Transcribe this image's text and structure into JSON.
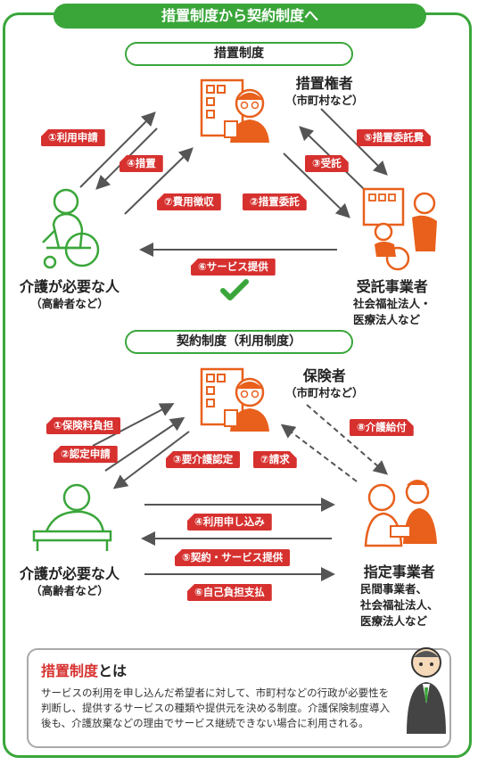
{
  "title": "措置制度から契約制度へ",
  "section1": {
    "pill": "措置制度",
    "authority": {
      "name": "措置権者",
      "sub": "（市町村など）"
    },
    "user": {
      "name": "介護が必要な人",
      "sub": "（高齢者など）"
    },
    "provider": {
      "name": "受託事業者",
      "sub1": "社会福祉法人・",
      "sub2": "医療法人など"
    },
    "badges": [
      "①利用申請",
      "④措置",
      "⑦費用徴収",
      "②措置委託",
      "⑤措置委託費",
      "③受託",
      "⑥サービス提供"
    ]
  },
  "section2": {
    "pill": "契約制度（利用制度）",
    "insurer": {
      "name": "保険者",
      "sub": "（市町村など）"
    },
    "user": {
      "name": "介護が必要な人",
      "sub": "（高齢者など）"
    },
    "provider": {
      "name": "指定事業者",
      "sub1": "民間事業者、",
      "sub2": "社会福祉法人、",
      "sub3": "医療法人など"
    },
    "badges": [
      "①保険料負担",
      "②認定申請",
      "③要介護認定",
      "⑦請求",
      "⑧介護給付",
      "④利用申し込み",
      "⑤契約・サービス提供",
      "⑥自己負担支払"
    ]
  },
  "info": {
    "title_red": "措置制度",
    "title_rest": "とは",
    "body": "サービスの利用を申し込んだ希望者に対して、市町村などの行政が必要性を判断し、提供するサービスの種類や提供元を決める制度。介護保険制度導入後も、介護放棄などの理由でサービス継続できない場合に利用される。"
  },
  "colors": {
    "green": "#3aa63a",
    "red": "#d6312f",
    "orange": "#e8601c",
    "line": "#555555"
  }
}
